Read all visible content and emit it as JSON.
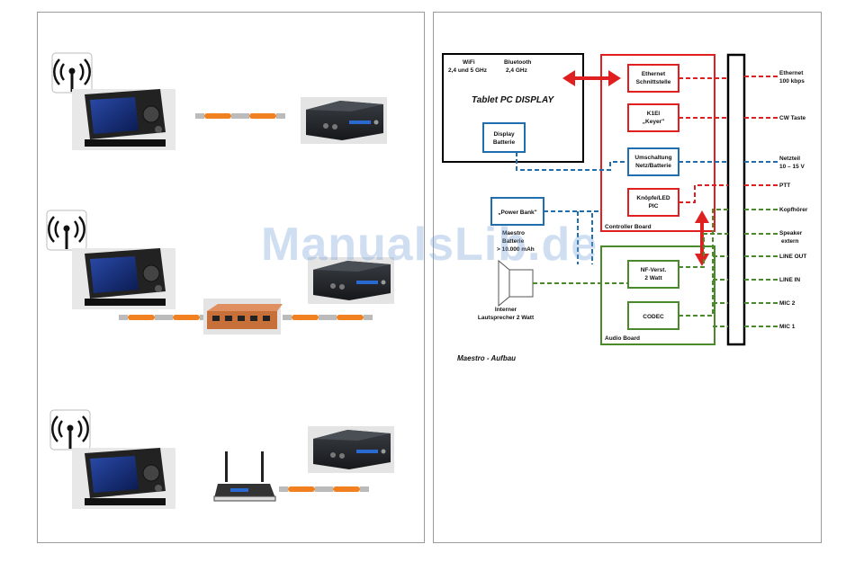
{
  "diagram": {
    "title": "Maestro - Aufbau",
    "tablet": {
      "wifi": "WiFi",
      "wifi_band": "2,4 und 5 GHz",
      "bluetooth": "Bluetooth",
      "bt_band": "2,4 GHz",
      "display": "Tablet PC  DISPLAY"
    },
    "display_battery": {
      "line1": "Display",
      "line2": "Batterie"
    },
    "power_bank": "„Power Bank\"",
    "maestro_battery": {
      "line1": "Maestro",
      "line2": "Batterie",
      "line3": "> 10.000 mAh"
    },
    "speaker_label": {
      "line1": "Interner",
      "line2": "Lautsprecher 2 Watt"
    },
    "controller_board": {
      "label": "Controller Board",
      "ethernet": {
        "line1": "Ethernet",
        "line2": "Schnittstelle"
      },
      "keyer": {
        "line1": "K1El",
        "line2": "„Keyer\""
      },
      "switch": {
        "line1": "Umschaltung",
        "line2": "Netz/Batterie"
      },
      "knobs": {
        "line1": "Knöpfe/LED",
        "line2": "PIC"
      }
    },
    "audio_board": {
      "label": "Audio Board",
      "nf": {
        "line1": "NF-Verst.",
        "line2": "2 Watt"
      },
      "codec": "CODEC"
    },
    "ports": [
      {
        "line1": "Ethernet",
        "line2": "100 kbps",
        "color": "#e02020"
      },
      {
        "line1": "CW Taste",
        "line2": "",
        "color": "#e02020"
      },
      {
        "line1": "Netzteil",
        "line2": "10 – 15 V",
        "color": "#1f6fb0"
      },
      {
        "line1": "PTT",
        "line2": "",
        "color": "#e02020"
      },
      {
        "line1": "Kopfhörer",
        "line2": "",
        "color": "#4a8a2a"
      },
      {
        "line1": "Speaker",
        "line2": "extern",
        "color": "#4a8a2a"
      },
      {
        "line1": "LINE OUT",
        "line2": "",
        "color": "#4a8a2a"
      },
      {
        "line1": "LINE IN",
        "line2": "",
        "color": "#4a8a2a"
      },
      {
        "line1": "MIC 2",
        "line2": "",
        "color": "#4a8a2a"
      },
      {
        "line1": "MIC 1",
        "line2": "",
        "color": "#4a8a2a"
      }
    ]
  },
  "watermark": "ManualsLib.de",
  "colors": {
    "red": "#e02020",
    "blue": "#1f6fb0",
    "green": "#4a8a2a",
    "cable": "#f08020"
  },
  "icons": [
    "wireless-antenna-icon",
    "radio-transceiver",
    "maestro-unit",
    "ethernet-cable",
    "network-switch",
    "wifi-router"
  ]
}
